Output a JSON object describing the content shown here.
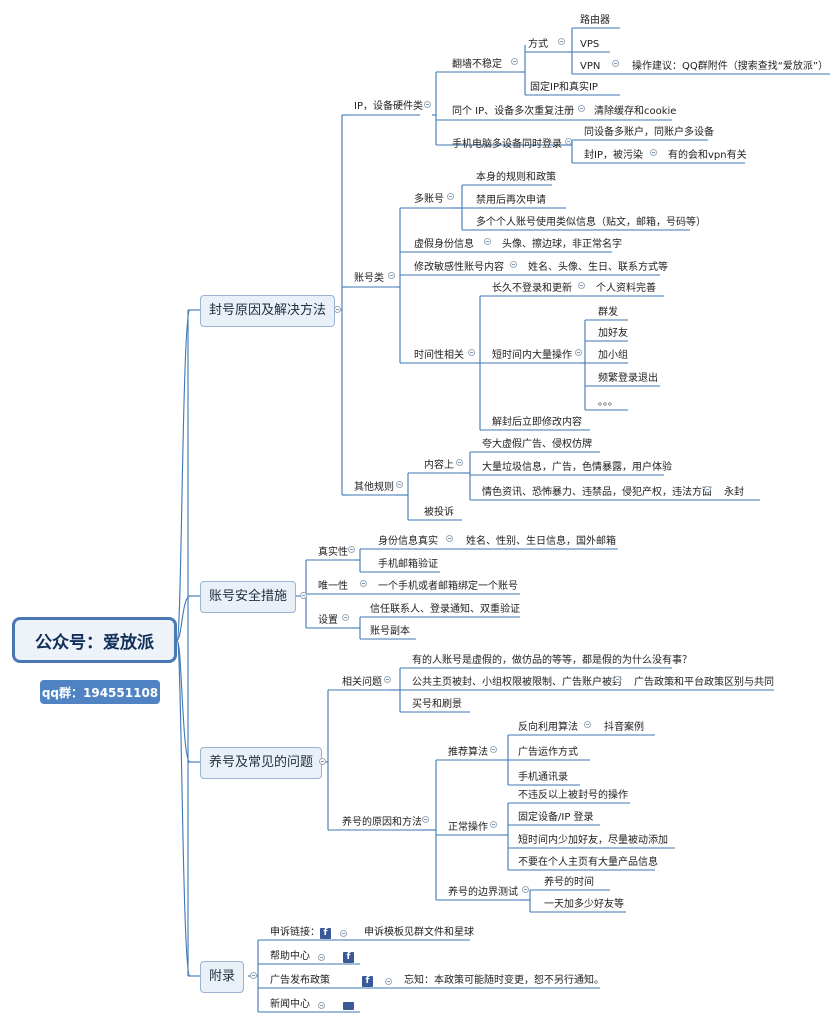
{
  "root": {
    "title": "公众号：爱放派",
    "qq": "qq群：194551108"
  },
  "colors": {
    "line": "#3d77b6",
    "root_border": "#4a78b5",
    "qq_bg": "#4f83c4",
    "facebook": "#3b5998"
  },
  "icons": [
    "facebook-icon",
    "news-icon",
    "collapse-icon"
  ],
  "branches": {
    "ban": {
      "label": "封号原因及解决方法",
      "ip": {
        "label": "IP，设备硬件类",
        "wall": {
          "label": "翻墙不稳定",
          "method": {
            "label": "方式",
            "router": "路由器",
            "vps": "VPS",
            "vpn": "VPN",
            "vpn_tip": "操作建议：QQ群附件（搜索查找“爱放派”）"
          },
          "fixed_ip": "固定IP和真实IP"
        },
        "same_ip": {
          "label": "同个 IP、设备多次重复注册",
          "clear": "清除缓存和cookie"
        },
        "multi_login": {
          "label": "手机电脑多设备同时登录",
          "same_device": "同设备多账户，同账户多设备",
          "polluted": "封IP，被污染",
          "vpn_related": "有的会和vpn有关"
        }
      },
      "account": {
        "label": "账号类",
        "multi": {
          "label": "多账号",
          "rules": "本身的规则和政策",
          "banned_reapply": "禁用后再次申请",
          "similar": "多个个人账号使用类似信息（贴文，邮箱，号码等）"
        },
        "fake": {
          "label": "虚假身份信息",
          "detail": "头像、擦边球，非正常名字"
        },
        "modify": {
          "label": "修改敏感性账号内容",
          "detail": "姓名、头像、生日、联系方式等"
        },
        "time": {
          "label": "时间性相关",
          "long": {
            "label": "长久不登录和更新",
            "detail": "个人资料完善"
          },
          "short": {
            "label": "短时间内大量操作",
            "group_post": "群发",
            "add_friend": "加好友",
            "join_group": "加小组",
            "relogin": "频繁登录退出",
            "more": "。。。"
          },
          "unban": "解封后立即修改内容"
        }
      },
      "other": {
        "label": "其他规则",
        "content": {
          "label": "内容上",
          "exaggerate": "夸大虚假广告、侵权仿牌",
          "spam": "大量垃圾信息，广告，色情暴露，用户体验",
          "illegal": "情色资讯、恐怖暴力、违禁品，侵犯产权，违法方面",
          "permanent": "永封"
        },
        "reported": "被投诉"
      }
    },
    "security": {
      "label": "账号安全措施",
      "real": {
        "label": "真实性",
        "identity": {
          "label": "身份信息真实",
          "detail": "姓名、性别、生日信息，国外邮箱"
        },
        "phone_mail": "手机邮箱验证"
      },
      "unique": {
        "label": "唯一性",
        "detail": "一个手机或者邮箱绑定一个账号"
      },
      "settings": {
        "label": "设置",
        "trust": "信任联系人、登录通知、双重验证",
        "copy": "账号副本"
      }
    },
    "raise": {
      "label": "养号及常见的问题",
      "related": {
        "label": "相关问题",
        "fake_q": "有的人账号是虚假的，做仿品的等等，都是假的为什么没有事？",
        "page_ban": {
          "label": "公共主页被封、小组权限被限制、广告账户被封",
          "detail": "广告政策和平台政策区别与共同"
        },
        "buy": "买号和刷景"
      },
      "method": {
        "label": "养号的原因和方法",
        "algo": {
          "label": "推荐算法",
          "reverse": {
            "label": "反向利用算法",
            "detail": "抖音案例"
          },
          "ads": "广告运作方式",
          "contacts": "手机通讯录"
        },
        "normal": {
          "label": "正常操作",
          "no_violate": "不违反以上被封号的操作",
          "fixed": "固定设备/IP 登录",
          "few_friends": "短时间内少加好友，尽量被动添加",
          "no_products": "不要在个人主页有大量产品信息"
        },
        "boundary": {
          "label": "养号的边界测试",
          "time": "养号的时间",
          "daily": "一天加多少好友等"
        }
      }
    },
    "appendix": {
      "label": "附录",
      "appeal": {
        "label": "申诉链接：",
        "template": "申诉模板见群文件和星球"
      },
      "help": "帮助中心",
      "ads_policy": {
        "label": "广告发布政策",
        "notice": "忘知：本政策可能随时变更，恕不另行通知。"
      },
      "news": "新闻中心"
    }
  }
}
